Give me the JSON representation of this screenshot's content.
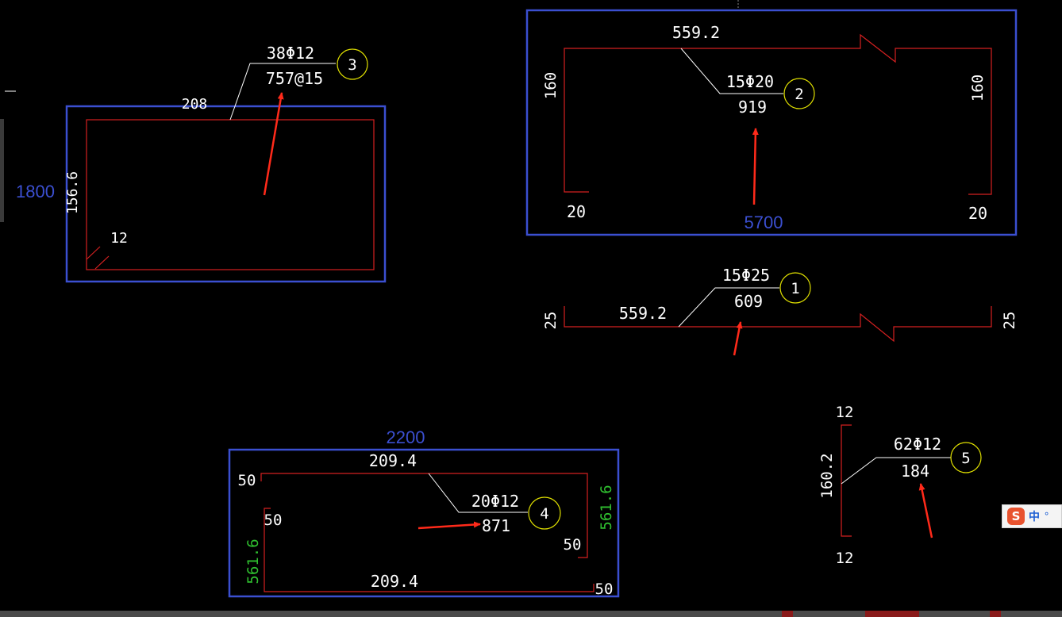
{
  "colors": {
    "background": "#000000",
    "rebar": "#d42020",
    "section_box": "#3b4fd0",
    "text": "#ffffff",
    "leader": "#ffffff",
    "balloon": "#e0e000",
    "green_dim": "#2fbf2f",
    "arrow": "#ff2a1a"
  },
  "section_labels": {
    "top_left": "1800",
    "top_right": "5700",
    "bottom": "2200"
  },
  "bars": {
    "b1": {
      "num": "1",
      "spec": "15Φ25",
      "length": "609",
      "seg_main": "559.2",
      "hook_left": "25",
      "hook_right": "25"
    },
    "b2": {
      "num": "2",
      "spec": "15Φ20",
      "length": "919",
      "seg_main": "559.2",
      "leg_left": "160",
      "leg_right": "160",
      "foot_left": "20",
      "foot_right": "20"
    },
    "b3": {
      "num": "3",
      "spec": "38Φ12",
      "length": "757@15",
      "width": "208",
      "height": "156.6",
      "hook": "12"
    },
    "b4": {
      "num": "4",
      "spec": "20Φ12",
      "length": "871",
      "top": "209.4",
      "bottom": "209.4",
      "left_top": "50",
      "left_inner": "50",
      "right_inner": "50",
      "right_bottom": "50",
      "left_height": "561.6",
      "right_height": "561.6"
    },
    "b5": {
      "num": "5",
      "spec": "62Φ12",
      "length": "184",
      "top": "12",
      "height": "160.2",
      "bottom": "12"
    }
  },
  "ime": {
    "language": "中",
    "dot": "°"
  }
}
